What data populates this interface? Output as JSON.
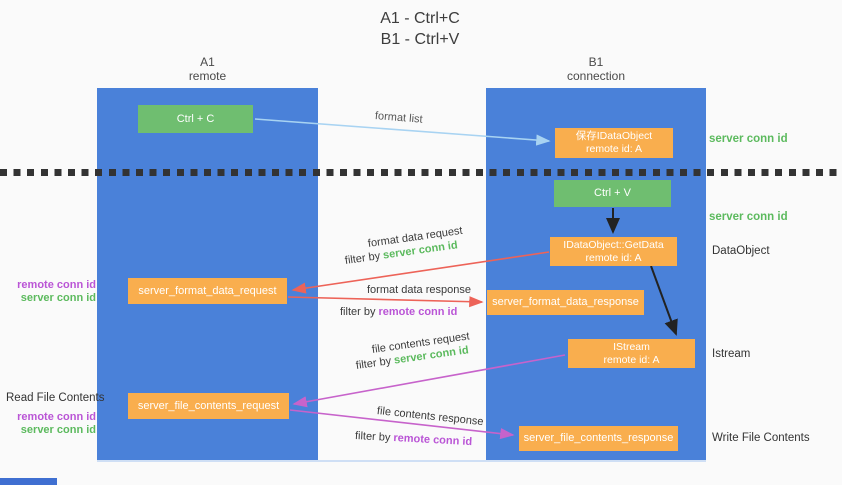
{
  "title": {
    "line1": "A1 - Ctrl+C",
    "line2": "B1 - Ctrl+V"
  },
  "columns": {
    "a1": {
      "name": "A1",
      "subtitle": "remote"
    },
    "b1": {
      "name": "B1",
      "subtitle": "connection"
    }
  },
  "nodes": {
    "ctrl_c": {
      "label": "Ctrl + C"
    },
    "save_dataobject": {
      "line1": "保存IDataObject",
      "line2": "remote id: A"
    },
    "ctrl_v": {
      "label": "Ctrl + V"
    },
    "getdata": {
      "line1": "IDataObject::GetData",
      "line2": "remote id: A"
    },
    "format_request": {
      "label": "server_format_data_request"
    },
    "format_response": {
      "label": "server_format_data_response"
    },
    "istream": {
      "line1": "IStream",
      "line2": "remote id: A"
    },
    "file_request": {
      "label": "server_file_contents_request"
    },
    "file_response": {
      "label": "server_file_contents_response"
    }
  },
  "edge_labels": {
    "format_list": "format list",
    "format_data_request": "format data request",
    "format_data_response": "format data response",
    "file_contents_request": "file contents request",
    "file_contents_response": "file contents response",
    "filter_by": "filter by",
    "server_conn_id": "server conn id",
    "remote_conn_id": "remote conn id"
  },
  "side_labels": {
    "server_conn_id_top": "server conn id",
    "server_conn_id_mid": "server conn id",
    "dataobject": "DataObject",
    "istream": "Istream",
    "read_file_contents": "Read File Contents",
    "write_file_contents": "Write File Contents",
    "remote_conn_id": "remote conn id",
    "server_conn_id": "server conn id"
  },
  "colors": {
    "column_blue": "#4a81d9",
    "box_green": "#6fbe70",
    "box_orange": "#f9ae4e",
    "text_green": "#5cba5e",
    "text_purple": "#ba55d6",
    "arrow_red": "#ed6358",
    "arrow_purple": "#c763cb",
    "arrow_lightblue": "#a8d3f2",
    "arrow_black": "#222222"
  }
}
